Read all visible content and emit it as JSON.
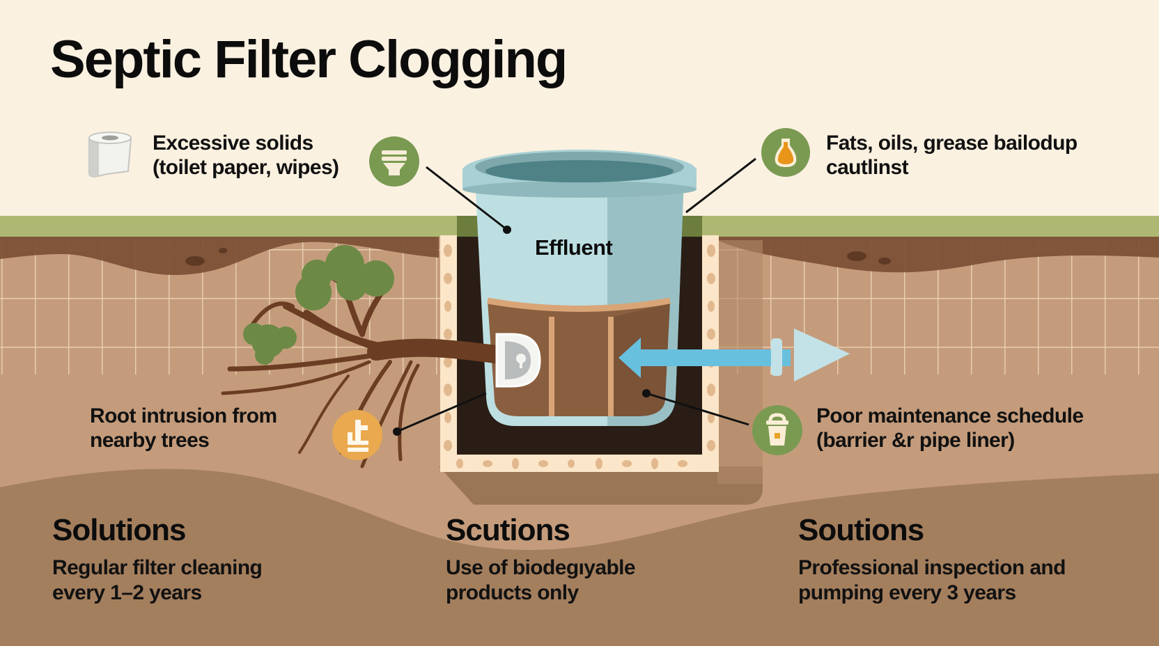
{
  "title": "Septic Filter Clogging",
  "tank": {
    "label": "Effluent"
  },
  "causes": [
    {
      "icon": "toilet-icon",
      "line1": "Excessive solids",
      "line2": "(toilet paper, wipes)"
    },
    {
      "icon": "oil-bottle-icon",
      "line1": "Fats, oils, grease bailodup",
      "line2": "cautlinst"
    },
    {
      "icon": "root-barrier-icon",
      "line1": "Root intrusion from",
      "line2": "nearby trees"
    },
    {
      "icon": "bucket-icon",
      "line1": "Poor maintenance schedule",
      "line2": "(barrier &r pipe liner)"
    }
  ],
  "solutions": [
    {
      "heading": "Solutions",
      "line1": "Regular filter cleaning",
      "line2": "every 1–2 years"
    },
    {
      "heading": "Scutions",
      "line1": "Use of biodegıyable",
      "line2": "products only"
    },
    {
      "heading": "Soutions",
      "line1": "Professional inspection and",
      "line2": "pumping every 3 years"
    }
  ],
  "colors": {
    "background": "#fbf1e1",
    "grass": "#aeb873",
    "topsoil": "#7a4f33",
    "soil": "#c49c7c",
    "deep_soil": "#a47f5e",
    "tank": "#bddfe2",
    "tank_shade": "#93bcc0",
    "water": "#4e8287",
    "icon_green": "#7a9a51",
    "icon_orange": "#eaa94f",
    "flow_arrow": "#68c0df"
  }
}
